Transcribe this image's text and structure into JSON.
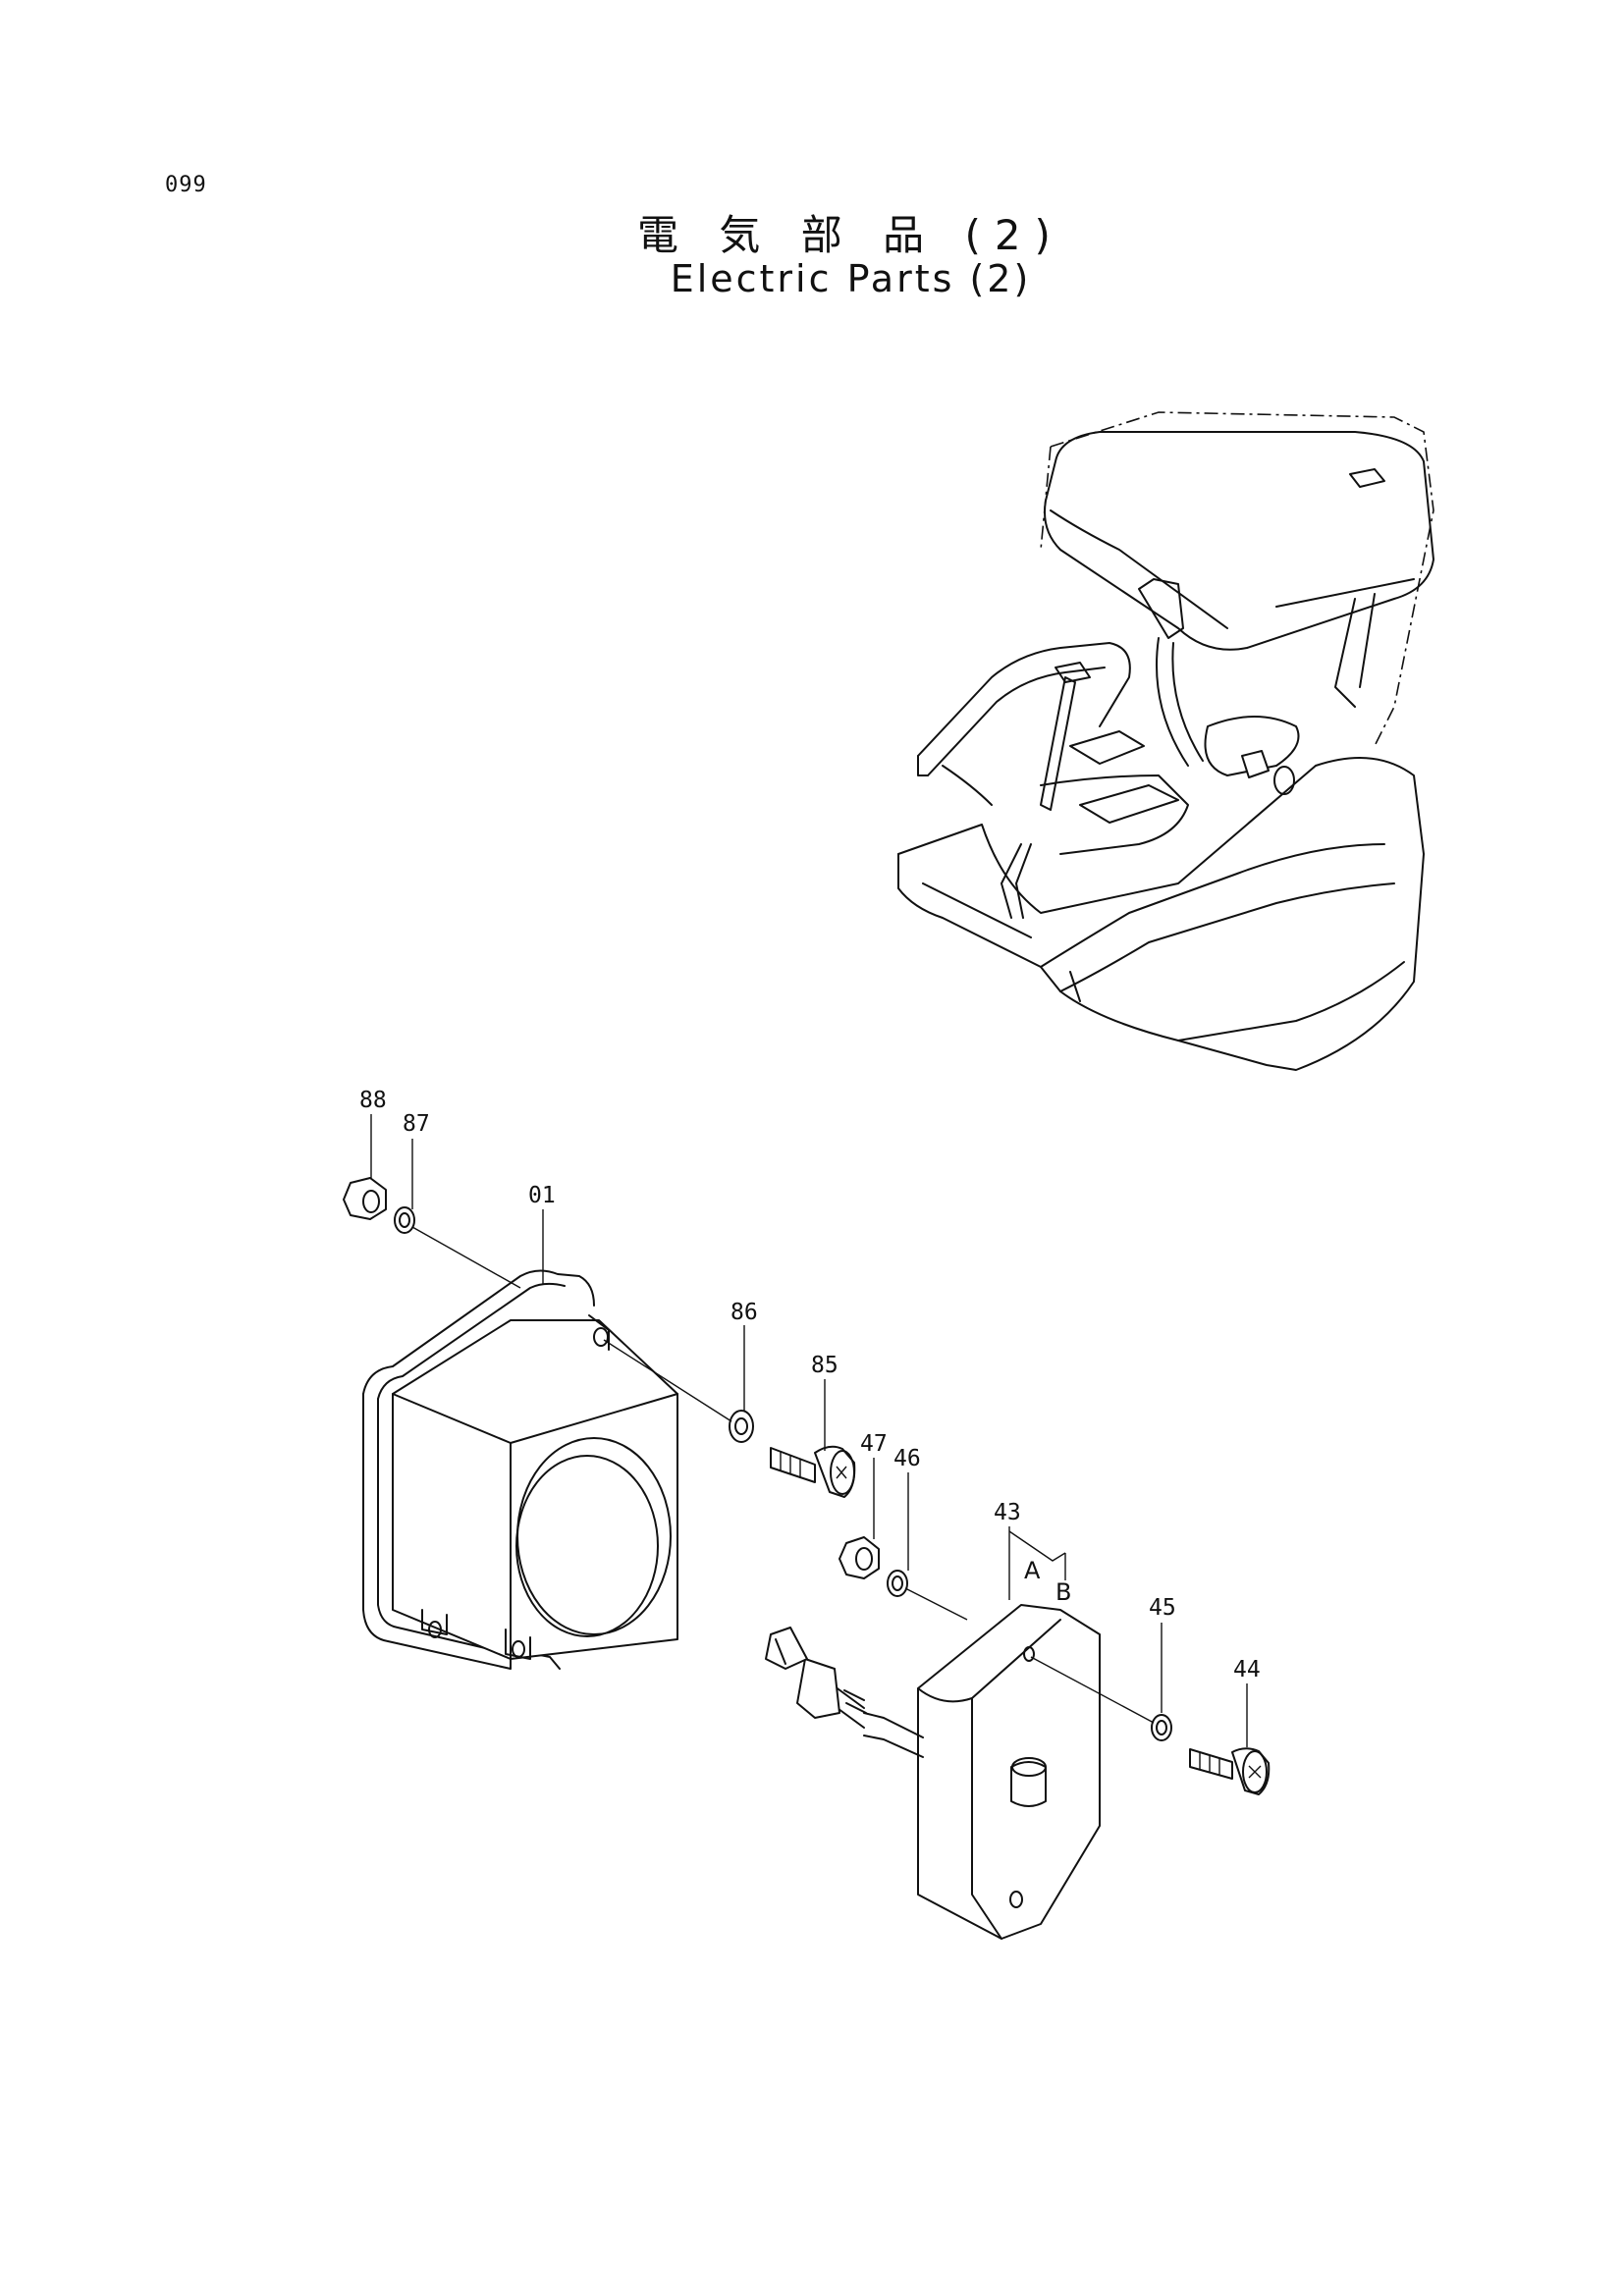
{
  "page": {
    "number": "099"
  },
  "title": {
    "japanese": "電 気 部 品 (2)",
    "english": "Electric Parts (2)"
  },
  "callouts": {
    "p88": "88",
    "p87": "87",
    "p01": "01",
    "p86": "86",
    "p85": "85",
    "p47": "47",
    "p46": "46",
    "p43": "43",
    "pA": "A",
    "pB": "B",
    "p45": "45",
    "p44": "44"
  }
}
